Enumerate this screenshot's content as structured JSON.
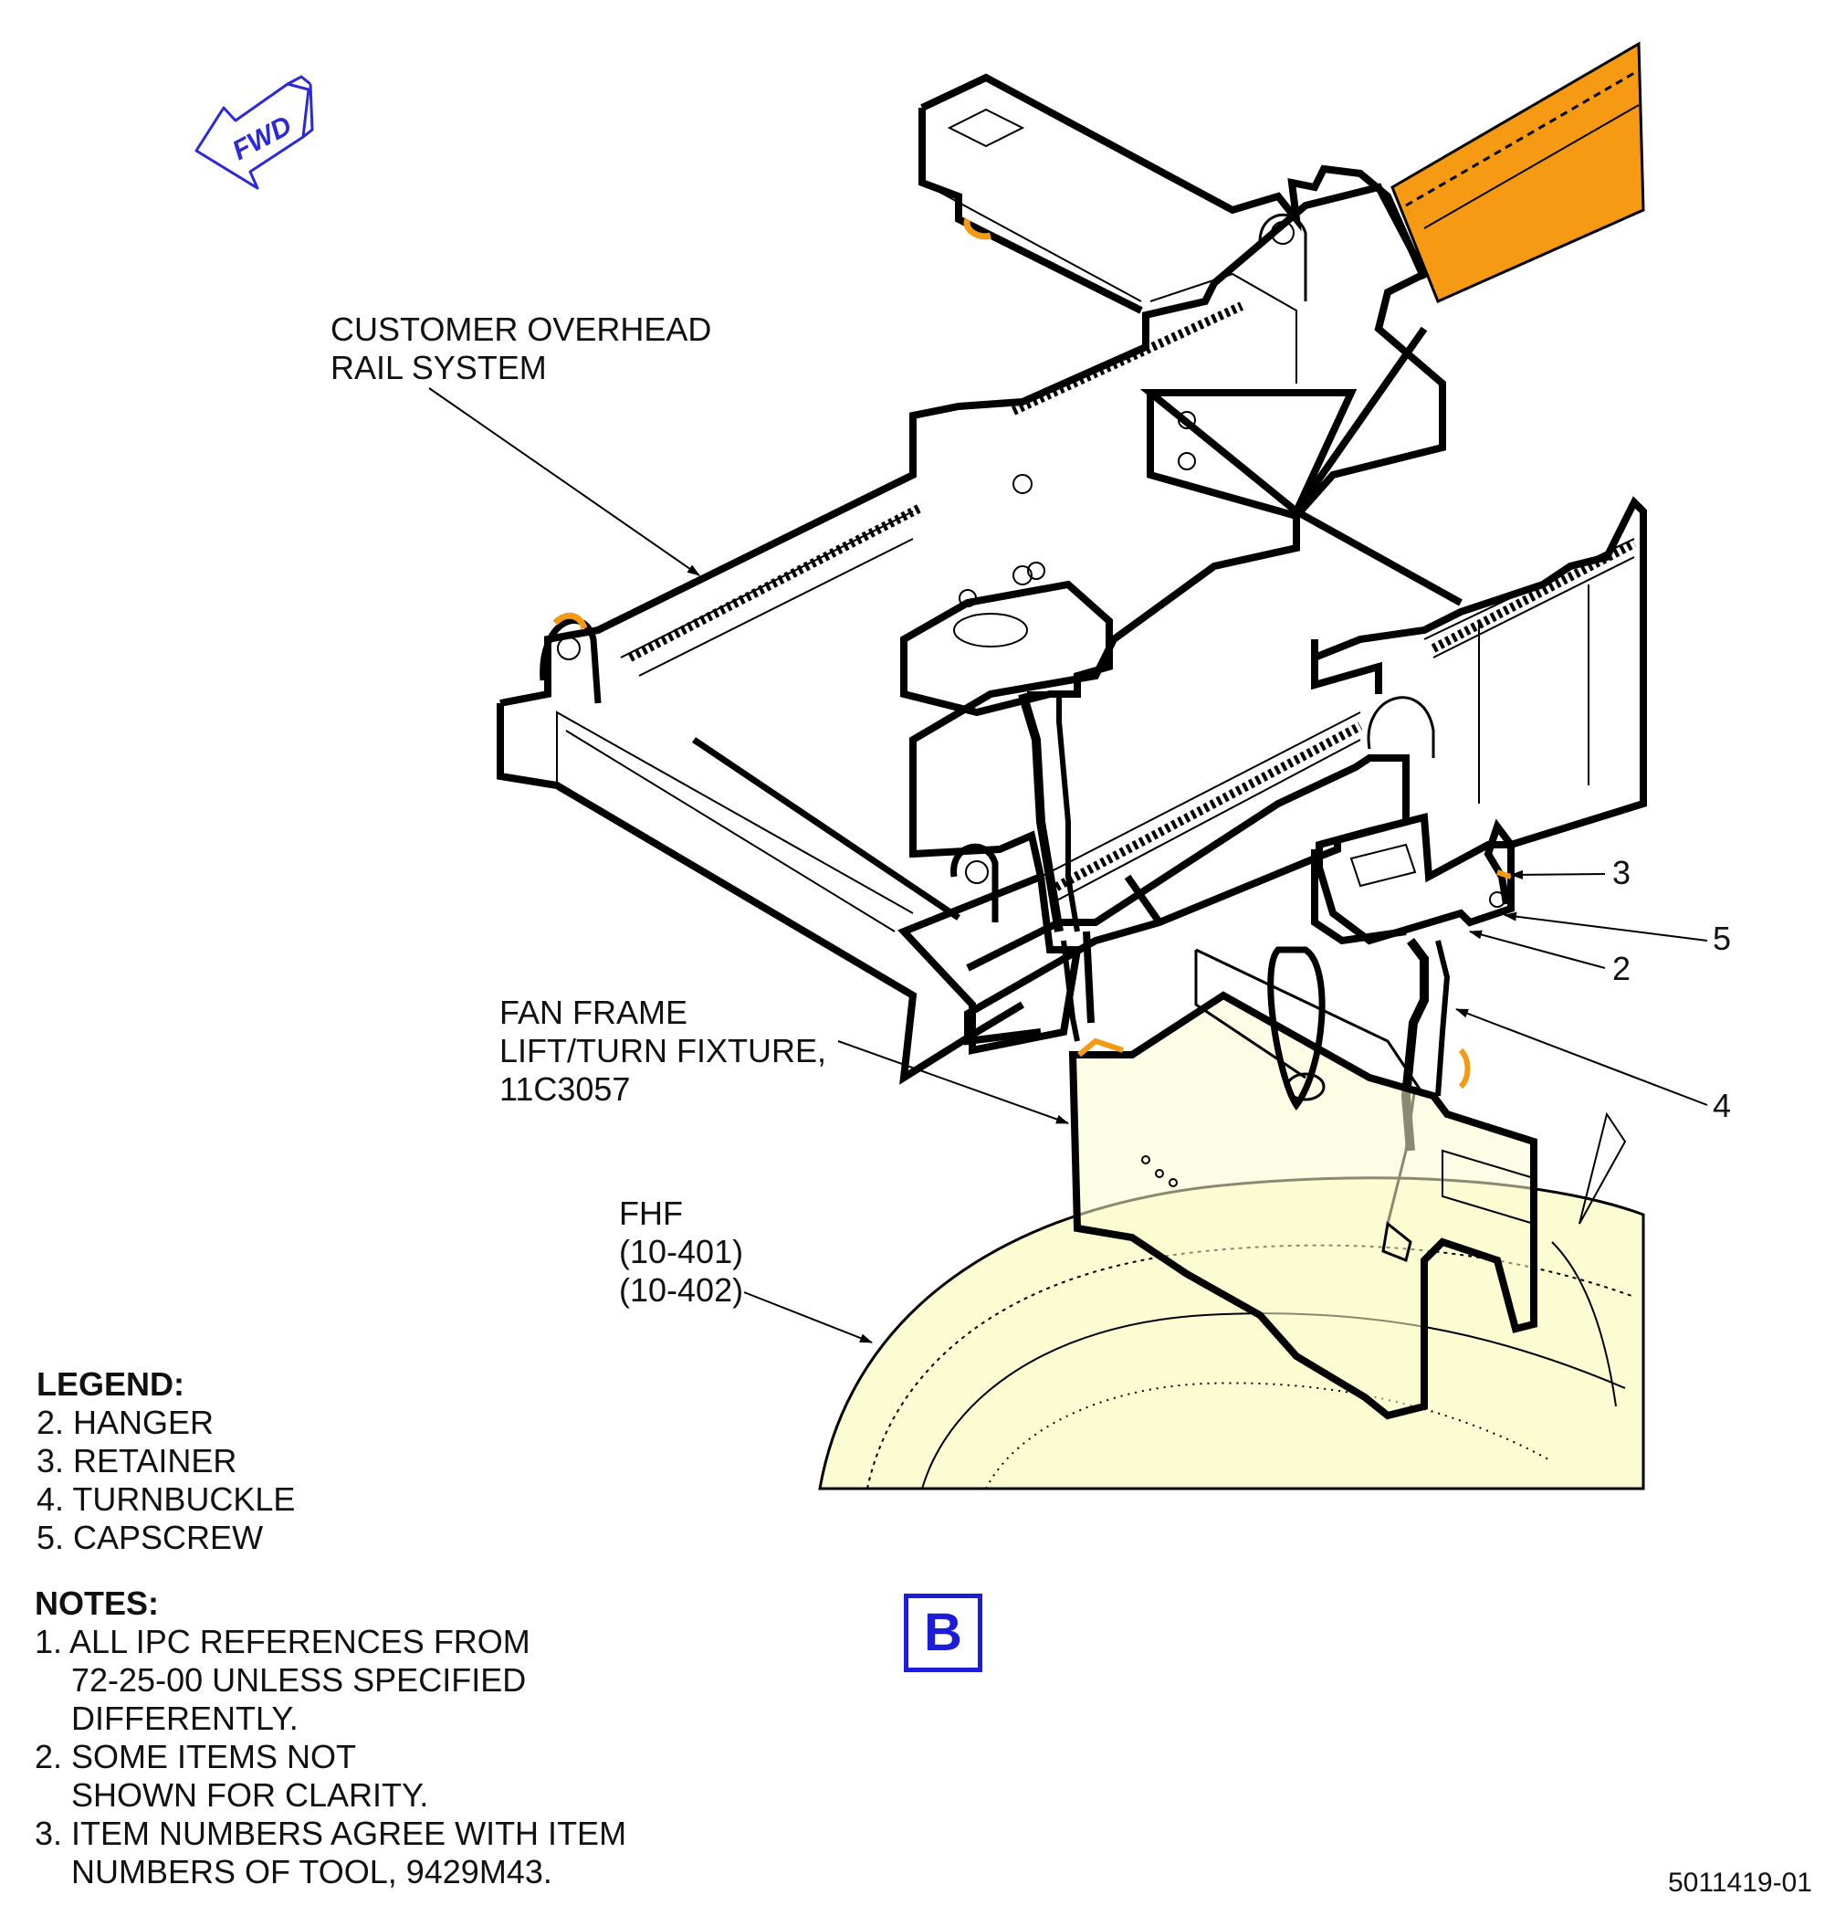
{
  "labels": {
    "rail_system": [
      "CUSTOMER OVERHEAD",
      "RAIL SYSTEM"
    ],
    "fixture": [
      "FAN FRAME",
      "LIFT/TURN FIXTURE,",
      "11C3057"
    ],
    "fhf": [
      "FHF",
      "(10-401)",
      "(10-402)"
    ],
    "callout_3": "3",
    "callout_5": "5",
    "callout_2": "2",
    "callout_4": "4",
    "fwd": "FWD"
  },
  "legend": {
    "title": "LEGEND:",
    "items": [
      "2. HANGER",
      "3. RETAINER",
      "4. TURNBUCKLE",
      "5. CAPSCREW"
    ]
  },
  "notes": {
    "title": "NOTES:",
    "items": [
      [
        "1. ALL IPC REFERENCES FROM",
        "72-25-00 UNLESS SPECIFIED",
        "DIFFERENTLY."
      ],
      [
        "2. SOME ITEMS NOT",
        "SHOWN FOR CLARITY."
      ],
      [
        "3. ITEM NUMBERS AGREE WITH ITEM",
        "NUMBERS OF TOOL, 9429M43."
      ]
    ]
  },
  "view_badge": "B",
  "drawing_id": "5011419-01",
  "colors": {
    "rail_orange": "#f59a12",
    "engine_yellow": "#fcfcd2",
    "fwd_blue": "#2a2ad8",
    "badge_blue": "#1d1dd8",
    "outline": "#000000"
  },
  "icons": [
    "fwd-arrow-icon"
  ]
}
